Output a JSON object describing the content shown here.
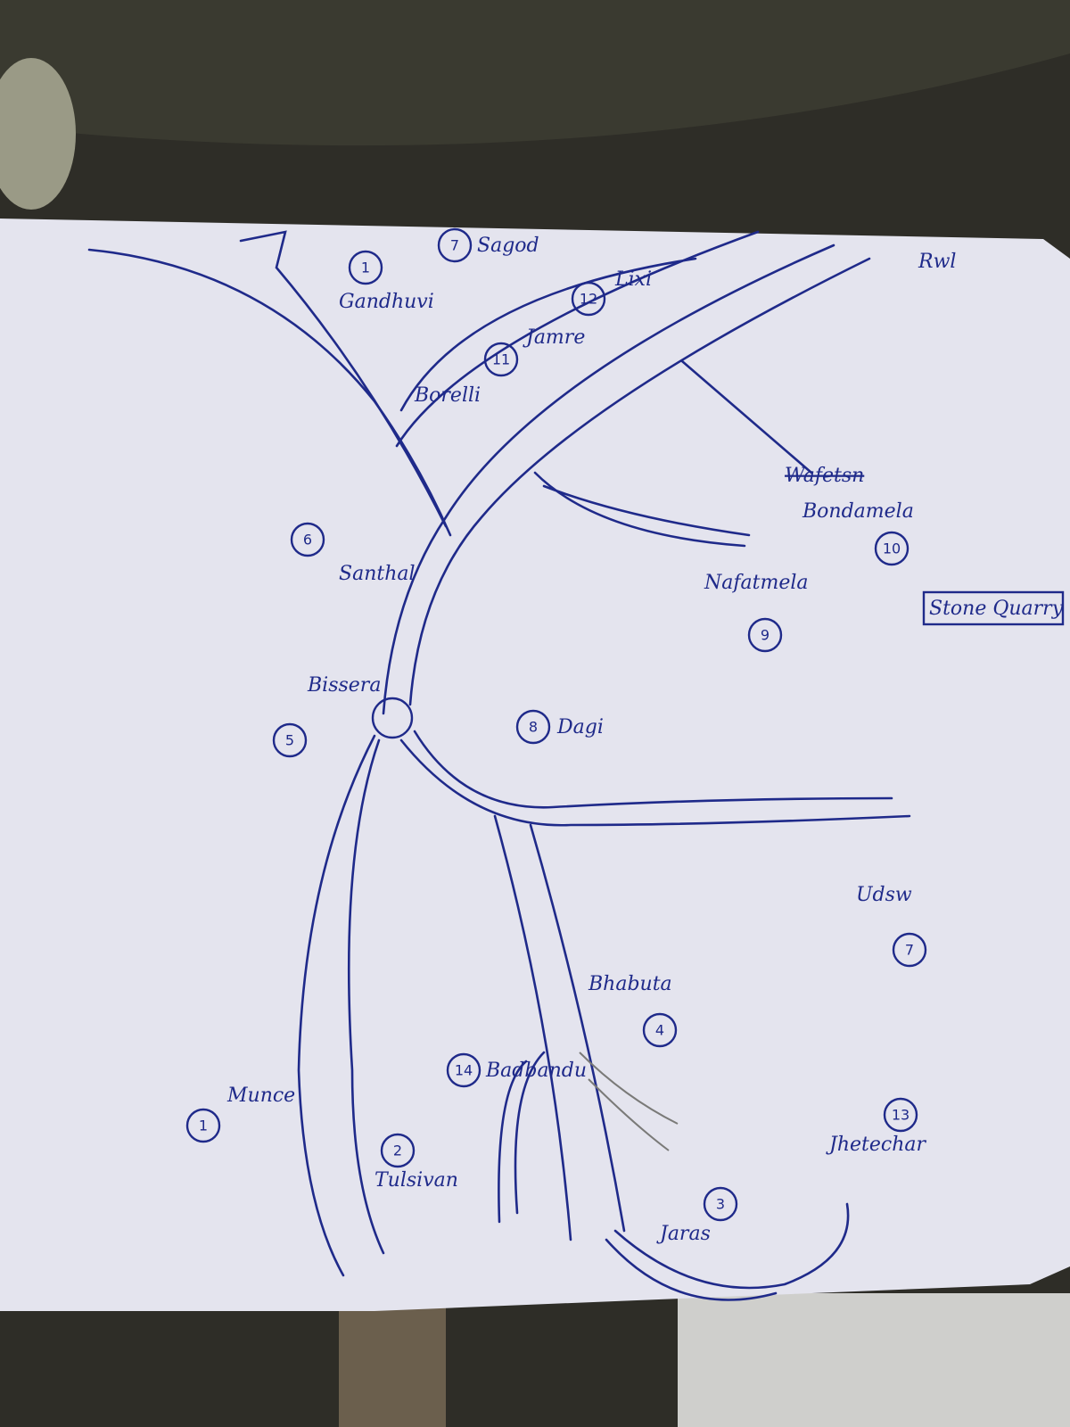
{
  "map": {
    "title_corner": "Rwl",
    "stone_quarry": "Stone Quarry",
    "crossed_out": "Wafetsn",
    "places": [
      {
        "num": "1",
        "name": "Munce"
      },
      {
        "num": "2",
        "name": "Tulsivan"
      },
      {
        "num": "3",
        "name": "Jaras"
      },
      {
        "num": "4",
        "name": "Bhabuta"
      },
      {
        "num": "5",
        "name": "Bissera"
      },
      {
        "num": "6",
        "name": "Santhal"
      },
      {
        "num": "7",
        "name": "Udsw"
      },
      {
        "num": "8",
        "name": "Dagi"
      },
      {
        "num": "9",
        "name": "Nafatmela"
      },
      {
        "num": "10",
        "name": "Bondamela"
      },
      {
        "num": "11",
        "name": "Jamre"
      },
      {
        "num": "12",
        "name": "Lixi"
      },
      {
        "num": "13",
        "name": "Jhetechar"
      },
      {
        "num": "14",
        "name": "Badbandu"
      },
      {
        "num": "7",
        "name": "Sagod"
      },
      {
        "num": "1",
        "name": "Gandhuvi"
      },
      {
        "num": "",
        "name": "Borelli"
      }
    ]
  },
  "colors": {
    "ink": "#1f2a8a",
    "paper": "#e6e6ee",
    "table": "#2b2a26"
  }
}
